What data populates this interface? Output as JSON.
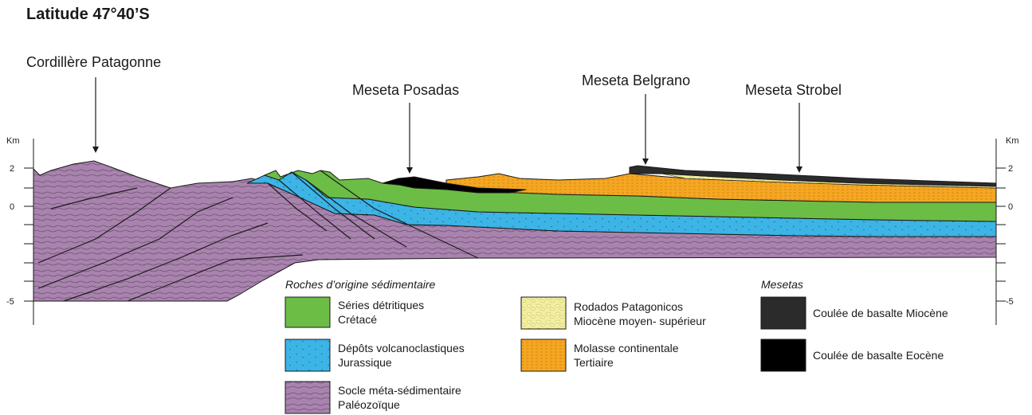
{
  "title": "Latitude 47°40’S",
  "peaks": [
    {
      "id": "cordillere",
      "label": "Cordillère Patagonne"
    },
    {
      "id": "posadas",
      "label": "Meseta Posadas"
    },
    {
      "id": "belgrano",
      "label": "Meseta Belgrano"
    },
    {
      "id": "strobel",
      "label": "Meseta Strobel"
    }
  ],
  "axis": {
    "unit_left": "Km",
    "unit_right": "Km",
    "ticks": [
      "2",
      "0",
      "-5"
    ]
  },
  "legend": {
    "group_sedimentary": "Roches d’origine sédimentaire",
    "group_mesetas": "Mesetas",
    "items": [
      {
        "id": "cretace",
        "line1": "Séries détritiques",
        "line2": "Crétacé",
        "color": "#6cbd45"
      },
      {
        "id": "jurassique",
        "line1": "Dépôts volcanoclastiques",
        "line2": "Jurassique",
        "color": "#3cb4e6"
      },
      {
        "id": "paleozoique",
        "line1": "Socle méta-sédimentaire",
        "line2": "Paléozoïque",
        "color": "#a883ad"
      },
      {
        "id": "rodados",
        "line1": "Rodados Patagonicos",
        "line2": "Miocène moyen- supérieur",
        "color": "#f2ee9c"
      },
      {
        "id": "molasse",
        "line1": "Molasse continentale",
        "line2": "Tertiaire",
        "color": "#f5a623"
      },
      {
        "id": "basalte-miocene",
        "line1": "Coulée de basalte Miocène",
        "line2": "",
        "color": "#2b2b2b"
      },
      {
        "id": "basalte-eocene",
        "line1": "Coulée de basalte Eocène",
        "line2": "",
        "color": "#000000"
      }
    ]
  }
}
